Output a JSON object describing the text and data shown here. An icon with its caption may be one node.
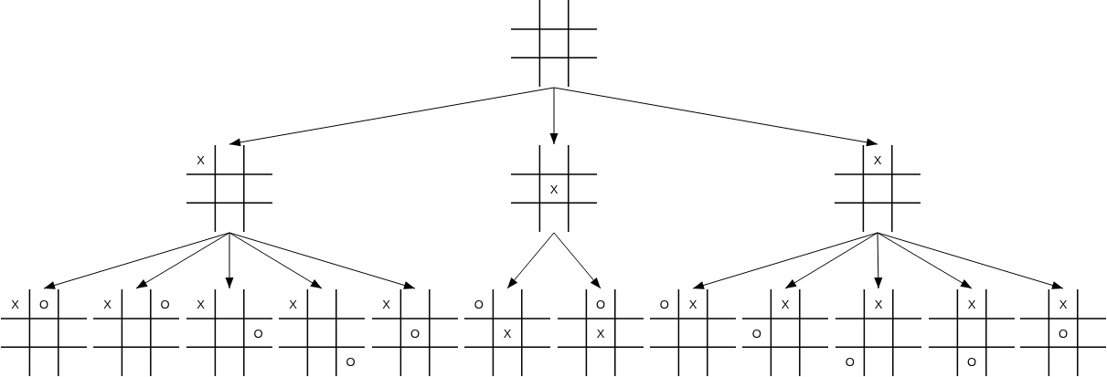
{
  "diagram": {
    "nodes": [
      {
        "text": [],
        "shape": "grid"
      },
      {
        "text": [
          "X"
        ]
      },
      {
        "text": [
          "X"
        ]
      },
      {
        "text": [
          "X"
        ]
      },
      {
        "text": [
          "X",
          "O"
        ]
      },
      {
        "text": [
          "X",
          "O"
        ]
      },
      {
        "text": [
          "X",
          "O"
        ]
      },
      {
        "text": [
          "X",
          "O"
        ]
      },
      {
        "text": [
          "X",
          "O"
        ]
      },
      {
        "text": [
          "O",
          "X"
        ]
      },
      {
        "text": [
          "O",
          "X"
        ]
      },
      {
        "text": [
          "O",
          "X"
        ]
      },
      {
        "text": [
          "X",
          "O"
        ]
      },
      {
        "text": [
          "X",
          "O"
        ]
      },
      {
        "text": [
          "X",
          "O"
        ]
      },
      {
        "text": [
          "X",
          "O"
        ]
      }
    ],
    "edges": [
      {
        "from": 0,
        "to": 1,
        "arrow": "to"
      },
      {
        "from": 0,
        "to": 2,
        "arrow": "to"
      },
      {
        "from": 0,
        "to": 3,
        "arrow": "to"
      },
      {
        "from": 1,
        "to": 4,
        "arrow": "to"
      },
      {
        "from": 1,
        "to": 5,
        "arrow": "to"
      },
      {
        "from": 1,
        "to": 6,
        "arrow": "to"
      },
      {
        "from": 1,
        "to": 7,
        "arrow": "to"
      },
      {
        "from": 1,
        "to": 8,
        "arrow": "to"
      },
      {
        "from": 2,
        "to": 9,
        "arrow": "to"
      },
      {
        "from": 2,
        "to": 10,
        "arrow": "to"
      },
      {
        "from": 3,
        "to": 11,
        "arrow": "to"
      },
      {
        "from": 3,
        "to": 12,
        "arrow": "to"
      },
      {
        "from": 3,
        "to": 13,
        "arrow": "to"
      },
      {
        "from": 3,
        "to": 14,
        "arrow": "to"
      },
      {
        "from": 3,
        "to": 15,
        "arrow": "to"
      }
    ]
  }
}
